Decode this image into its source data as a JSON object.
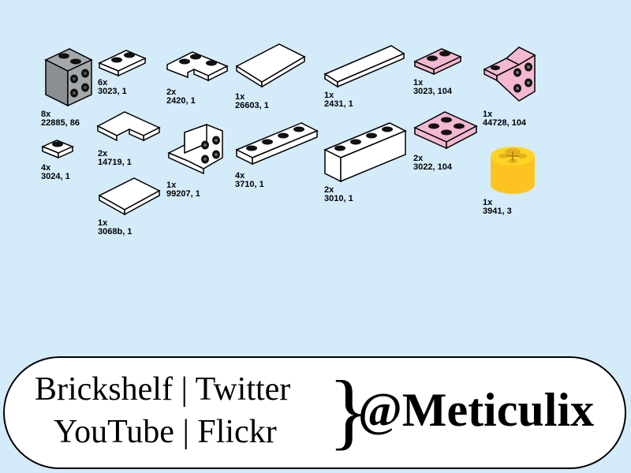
{
  "colors": {
    "background": "#d4ebfa",
    "white": "#ffffff",
    "gray": "#a5a8aa",
    "pink": "#f4b8d0",
    "yellow": "#fdc421",
    "outline": "#000000"
  },
  "parts": [
    {
      "qty": "8x",
      "id": "22885, 86",
      "color": "gray",
      "icon": "brick-2x2-side-studs-icon"
    },
    {
      "qty": "6x",
      "id": "3023, 1",
      "color": "white",
      "icon": "plate-1x2-icon"
    },
    {
      "qty": "2x",
      "id": "2420, 1",
      "color": "white",
      "icon": "plate-corner-icon"
    },
    {
      "qty": "1x",
      "id": "26603, 1",
      "color": "white",
      "icon": "tile-2x4-icon"
    },
    {
      "qty": "1x",
      "id": "2431, 1",
      "color": "white",
      "icon": "tile-1x4-icon"
    },
    {
      "qty": "1x",
      "id": "3023, 104",
      "color": "pink",
      "icon": "plate-1x2-icon"
    },
    {
      "qty": "1x",
      "id": "44728, 104",
      "color": "pink",
      "icon": "bracket-1x2-2x2-icon"
    },
    {
      "qty": "4x",
      "id": "3024, 1",
      "color": "white",
      "icon": "plate-1x1-icon"
    },
    {
      "qty": "2x",
      "id": "14719, 1",
      "color": "white",
      "icon": "tile-corner-icon"
    },
    {
      "qty": "1x",
      "id": "99207, 1",
      "color": "white",
      "icon": "bracket-inverted-icon"
    },
    {
      "qty": "4x",
      "id": "3710, 1",
      "color": "white",
      "icon": "plate-1x4-icon"
    },
    {
      "qty": "2x",
      "id": "3010, 1",
      "color": "white",
      "icon": "brick-1x4-icon"
    },
    {
      "qty": "2x",
      "id": "3022, 104",
      "color": "pink",
      "icon": "plate-2x2-icon"
    },
    {
      "qty": "1x",
      "id": "3941, 3",
      "color": "yellow",
      "icon": "round-brick-2x2-icon"
    },
    {
      "qty": "1x",
      "id": "3068b, 1",
      "color": "white",
      "icon": "tile-2x2-icon"
    }
  ],
  "footer": {
    "line1": "Brickshelf | Twitter",
    "line2": "YouTube | Flickr",
    "brace": "}",
    "handle": "@Meticulix"
  }
}
